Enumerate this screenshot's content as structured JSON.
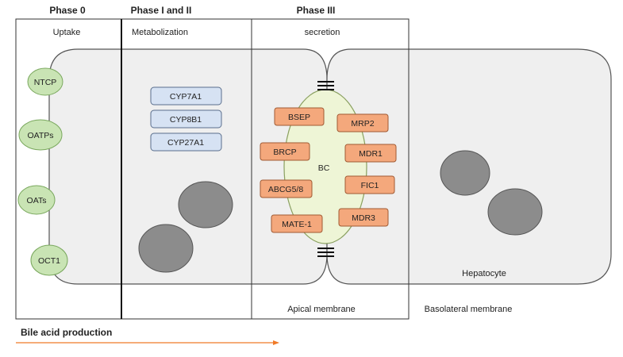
{
  "phases": [
    {
      "title": "Phase 0",
      "subtitle": "Uptake"
    },
    {
      "title": "Phase I and II",
      "subtitle": "Metabolization"
    },
    {
      "title": "Phase III",
      "subtitle": "secretion"
    }
  ],
  "uptake_transporters": [
    "NTCP",
    "OATPs",
    "OATs",
    "OCT1"
  ],
  "enzymes": [
    "CYP7A1",
    "CYP8B1",
    "CYP27A1"
  ],
  "canalicular": {
    "label": "BC",
    "left_transporters": [
      "BSEP",
      "BRCP",
      "ABCG5/8",
      "MATE-1"
    ],
    "right_transporters": [
      "MRP2",
      "MDR1",
      "FIC1",
      "MDR3"
    ]
  },
  "cell_label": "Hepatocyte",
  "membranes": {
    "apical": "Apical membrane",
    "basolateral": "Basolateral membrane"
  },
  "arrow_label": "Bile acid production",
  "colors": {
    "uptake_fill": "#c9e4b4",
    "uptake_stroke": "#7aa85e",
    "enzyme_fill": "#d6e2f3",
    "enzyme_stroke": "#5a6e8c",
    "bc_fill": "#eef5d6",
    "bc_stroke": "#8aa060",
    "transporter_fill": "#f4a87c",
    "transporter_stroke": "#a05a33",
    "cell_fill": "#efefef",
    "nucleus_fill": "#8c8c8c",
    "arrow": "#f07a28"
  }
}
